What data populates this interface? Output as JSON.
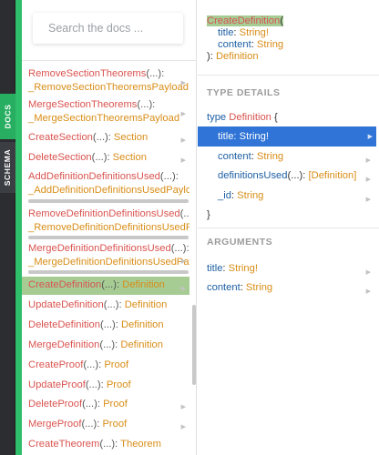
{
  "sidebar_tabs": {
    "docs_label": "DOCS",
    "schema_label": "SCHEMA"
  },
  "search": {
    "placeholder": "Search the docs ..."
  },
  "fields": [
    {
      "name": "RemoveSectionTheorems",
      "args": "(...)",
      "sep": ":",
      "type": "_RemoveSectionTheoremsPayload",
      "wrapped": true
    },
    {
      "name": "MergeSectionTheorems",
      "args": "(...)",
      "sep": ":",
      "type": "_MergeSectionTheoremsPayload",
      "wrapped": true
    },
    {
      "name": "CreateSection",
      "args": "(...)",
      "sep": ":",
      "type": "Section",
      "wrapped": false
    },
    {
      "name": "DeleteSection",
      "args": "(...)",
      "sep": ":",
      "type": "Section",
      "wrapped": false
    },
    {
      "name": "AddDefinitionDefinitionsUsed",
      "args": "(...)",
      "sep": ":",
      "type": "_AddDefinitionDefinitionsUsedPayload",
      "wrapped": true
    },
    {
      "name": "RemoveDefinitionDefinitionsUsed",
      "args": "(...)",
      "sep": ":",
      "type": "_RemoveDefinitionDefinitionsUsedPayload",
      "wrapped": true
    },
    {
      "name": "MergeDefinitionDefinitionsUsed",
      "args": "(...)",
      "sep": ":",
      "type": "_MergeDefinitionDefinitionsUsedPayload",
      "wrapped": true
    },
    {
      "name": "CreateDefinition",
      "args": "(...)",
      "sep": ":",
      "type": "Definition",
      "wrapped": false,
      "selected": true
    },
    {
      "name": "UpdateDefinition",
      "args": "(...)",
      "sep": ":",
      "type": "Definition",
      "wrapped": false
    },
    {
      "name": "DeleteDefinition",
      "args": "(...)",
      "sep": ":",
      "type": "Definition",
      "wrapped": false
    },
    {
      "name": "MergeDefinition",
      "args": "(...)",
      "sep": ":",
      "type": "Definition",
      "wrapped": false
    },
    {
      "name": "CreateProof",
      "args": "(...)",
      "sep": ":",
      "type": "Proof",
      "wrapped": false
    },
    {
      "name": "UpdateProof",
      "args": "(...)",
      "sep": ":",
      "type": "Proof",
      "wrapped": false
    },
    {
      "name": "DeleteProof",
      "args": "(...)",
      "sep": ":",
      "type": "Proof",
      "wrapped": false
    },
    {
      "name": "MergeProof",
      "args": "(...)",
      "sep": ":",
      "type": "Proof",
      "wrapped": false
    },
    {
      "name": "CreateTheorem",
      "args": "(...)",
      "sep": ":",
      "type": "Theorem",
      "wrapped": false
    }
  ],
  "signature": {
    "name": "CreateDefinition",
    "open_paren": "(",
    "args": [
      {
        "name": "title",
        "sep": ":",
        "type": "String!"
      },
      {
        "name": "content",
        "sep": ":",
        "type": "String"
      }
    ],
    "close": "):",
    "return_type": "Definition"
  },
  "type_details": {
    "heading": "TYPE DETAILS",
    "keyword": "type",
    "type_name": "Definition",
    "open_brace": "{",
    "close_brace": "}",
    "fields": [
      {
        "name": "title",
        "sep": ":",
        "type": "String!",
        "selected": true
      },
      {
        "name": "content",
        "sep": ":",
        "type": "String"
      },
      {
        "name": "definitionsUsed",
        "args": "(...)",
        "sep": ":",
        "type": "[Definition]"
      },
      {
        "name": "_id",
        "sep": ":",
        "type": "String"
      }
    ]
  },
  "arguments": {
    "heading": "ARGUMENTS",
    "items": [
      {
        "name": "title",
        "sep": ":",
        "type": "String!"
      },
      {
        "name": "content",
        "sep": ":",
        "type": "String"
      }
    ]
  },
  "colors": {
    "docs_tab": "#27ae60",
    "selected_row": "#a6cc94",
    "field_name": "#d9534f",
    "type_name": "#d88d17",
    "keyword": "#1d5fa3",
    "highlight_row": "#2f74d6"
  },
  "icons": {
    "row_chevron": "chevron-right-icon"
  }
}
